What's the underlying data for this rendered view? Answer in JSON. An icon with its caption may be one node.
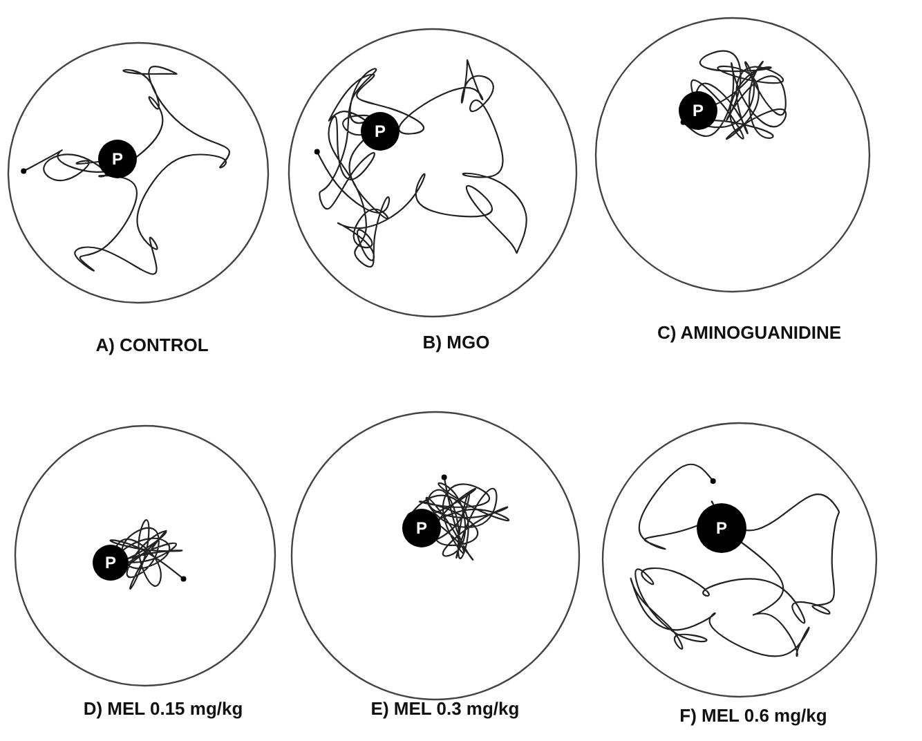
{
  "diagram": {
    "nodes": [
      {
        "text": [],
        "shape": "circle",
        "beside": [
          "A) CONTROL"
        ]
      },
      {
        "text": [
          "P"
        ],
        "in": 0
      },
      {
        "text": [],
        "shape": "circle",
        "beside": [
          "B) MGO"
        ]
      },
      {
        "text": [
          "P"
        ],
        "in": 2
      },
      {
        "text": [],
        "shape": "circle",
        "beside": [
          "C) AMINOGUANIDINE"
        ]
      },
      {
        "text": [
          "P"
        ],
        "in": 4
      },
      {
        "text": [],
        "shape": "circle",
        "beside": [
          "D) MEL 0.15 mg/kg"
        ]
      },
      {
        "text": [
          "P"
        ],
        "in": 6
      },
      {
        "text": [],
        "shape": "circle",
        "beside": [
          "E) MEL 0.3 mg/kg"
        ]
      },
      {
        "text": [
          "P"
        ],
        "in": 8
      },
      {
        "text": [],
        "shape": "circle",
        "beside": [
          "F) MEL 0.6 mg/kg"
        ]
      },
      {
        "text": [
          "P"
        ],
        "in": 10
      }
    ]
  }
}
